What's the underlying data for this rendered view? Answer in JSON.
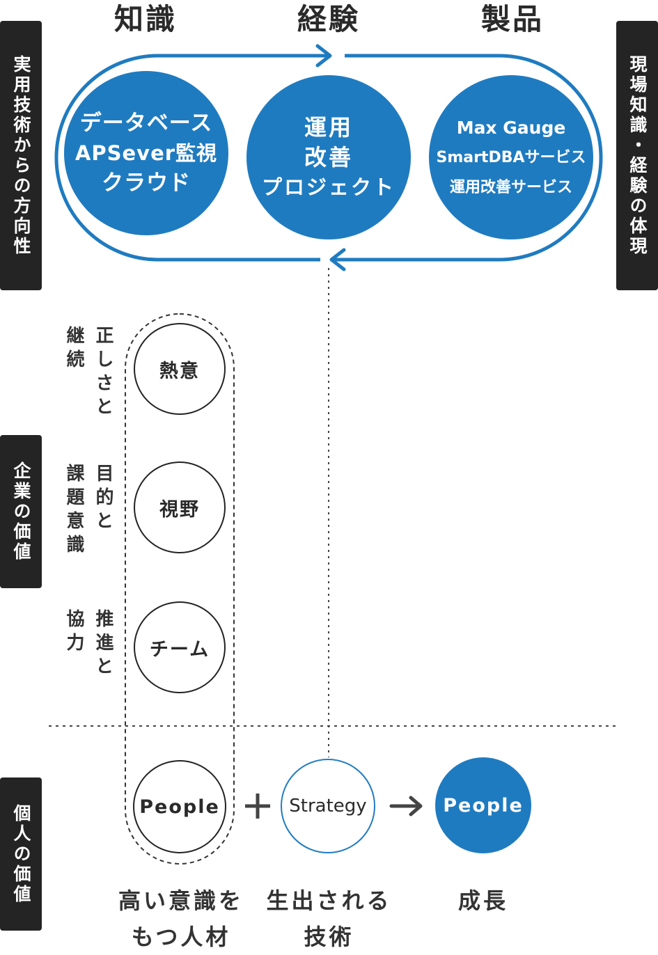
{
  "headers": {
    "knowledge": "知識",
    "experience": "経験",
    "product": "製品"
  },
  "side_tabs": {
    "left_top": "実用技術からの方向性",
    "right_top": "現場知識・経験の体現",
    "left_mid": "企業の価値",
    "left_bottom": "個人の価値"
  },
  "cycle": {
    "knowledge": [
      "データベース",
      "APSever監視",
      "クラウド"
    ],
    "experience": [
      "運用",
      "改善",
      "プロジェクト"
    ],
    "product": [
      "Max Gauge",
      "SmartDBAサービス",
      "運用改善サービス"
    ]
  },
  "values": [
    {
      "circle": "熱意",
      "col_a": "正しさと",
      "col_b": "継続"
    },
    {
      "circle": "視野",
      "col_a": "目的と",
      "col_b": "課題意識"
    },
    {
      "circle": "チーム",
      "col_a": "推進と",
      "col_b": "協力"
    }
  ],
  "equation": {
    "people": "People",
    "plus": "+",
    "strategy": "Strategy",
    "arrow": "→",
    "result": "People"
  },
  "captions": {
    "people": [
      "高い意識を",
      "もつ人材"
    ],
    "strategy": [
      "生出される",
      "技術"
    ],
    "result": [
      "成長"
    ]
  },
  "colors": {
    "accent": "#1f7bc0",
    "dark": "#242424"
  }
}
